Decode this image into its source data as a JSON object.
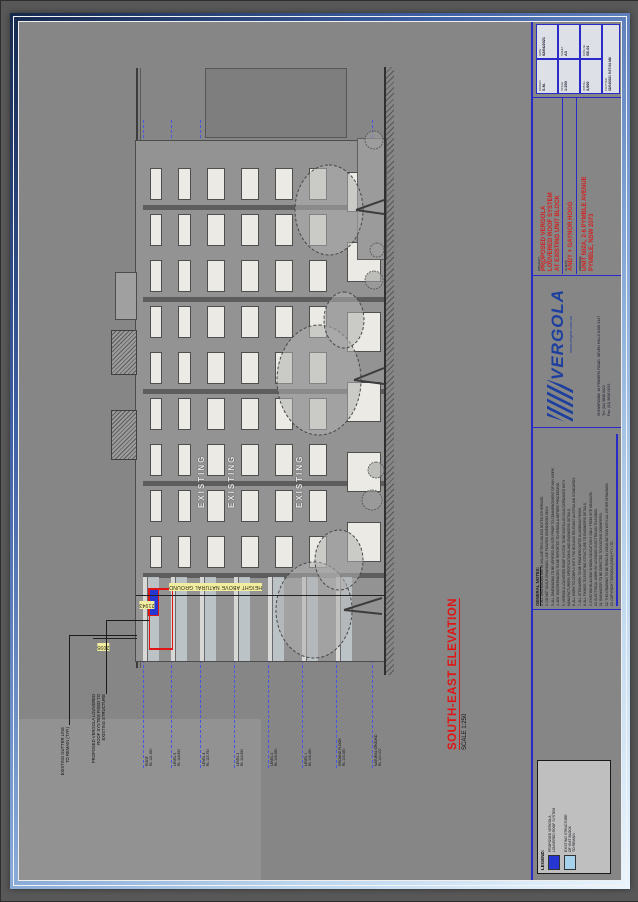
{
  "drawing": {
    "title": "SOUTH-EAST ELEVATION",
    "scale": "SCALE 1:250",
    "height_dim_label": "HEIGHT ABOVE NATURAL GROUND",
    "height_dim_value": "21943",
    "width_dim_value": "2095",
    "watermark": "EXISTING",
    "callout_existing": [
      "EXISTING GUTTER LINE",
      "TO REMAIN (TYP.)"
    ],
    "callout_proposed": [
      "PROPOSED VERGOLA LOUVERED",
      "ROOF SYSTEM FIXED TO",
      "EXISTING STRUCTURE"
    ],
    "levels": [
      {
        "name": "ROOF",
        "rl": "RL 121.950"
      },
      {
        "name": "LEVEL 5",
        "rl": "RL 118.850"
      },
      {
        "name": "LEVEL 4",
        "rl": "RL 115.750"
      },
      {
        "name": "LEVEL 3",
        "rl": "RL 112.650"
      },
      {
        "name": "LEVEL 2",
        "rl": "RL 109.550"
      },
      {
        "name": "LEVEL 1",
        "rl": "RL 106.450"
      },
      {
        "name": "GROUND FLOOR",
        "rl": "RL 103.350"
      },
      {
        "name": "NATURAL GROUND",
        "rl": "RL 100.000"
      }
    ]
  },
  "legend": {
    "title": "LEGEND:",
    "items": [
      {
        "swatch": "#2636d2",
        "lines": [
          "PROPOSED VERGOLA",
          "LOUVERED ROOF SYSTEM"
        ]
      },
      {
        "swatch": "#a6d2ec",
        "lines": [
          "EXISTING STRUCTURE",
          "OF UNIT BLOCK",
          "TO REMAIN"
        ]
      }
    ]
  },
  "notes": {
    "heading": "GENERAL NOTES:",
    "lines": [
      "1. ALL DIMENSIONS ARE IN MILLIMETRES UNLESS NOTED OTHERWISE.",
      "2. DO NOT SCALE DRAWINGS. USE FIGURED DIMENSIONS ONLY.",
      "3. ALL DIMENSIONS TO BE VERIFIED ON SITE PRIOR TO COMMENCEMENT OF ANY WORK.",
      "4. ANY DISCREPANCIES TO BE REPORTED TO VERGOLA BEFORE PROCEEDING.",
      "5. VERGOLA LOUVERED ROOF SYSTEM TO BE INSTALLED IN ACCORDANCE WITH",
      "    MANUFACTURERS SPECIFICATIONS AND ENGINEERS DETAILS.",
      "6. ALL WORK TO COMPLY WITH THE BCA AND RELEVANT AUSTRALIAN STANDARDS.",
      "7. ALL STEELWORK TO BE POWDERCOATED ALUMINIUM FINISH.",
      "8. ALL FIXINGS TO EXISTING STRUCTURE TO ENGINEERS DETAILS.",
      "9. EXISTING BUILDING SHOWN INDICATIVELY ONLY FROM SITE MEASURE.",
      "10. ELECTRICAL WORK BY LICENSED ELECTRICIAN TO AS3000.",
      "11. RAINWATER TO BE DIRECTED TO EXISTING DOWNPIPES.",
      "12. THIS DRAWING TO BE READ IN CONJUNCTION WITH ALL OTHER DRAWINGS.",
      "13. COPYRIGHT VERGOLA (NSW) PTY LTD."
    ]
  },
  "logo": {
    "name": "VERGOLA",
    "web": "www.vergola.com.au",
    "address": [
      "SHOWROOM: 16 POWERS ROAD, SEVEN HILLS NSW 2147",
      "Tel: (02) 9838 0022",
      "Fax: (02) 9838 0033"
    ],
    "mark": "®"
  },
  "title_block": {
    "project_label": "PROJECT:",
    "project_lines": [
      "PROPOSED VERGOLA",
      "LOUVERED ROOF SYSTEM",
      "AT EXISTING UNIT BLOCK"
    ],
    "client_label": "CLIENT:",
    "client": "ANDY + GAYNOR HOGG",
    "address_label": "ADDRESS:",
    "address_lines": [
      "UNIT 502A, 2-6 PYMBLE AVENUE",
      "PYMBLE, NSW 2073"
    ],
    "fields": [
      {
        "label": "DRAWN",
        "value": "S.M."
      },
      {
        "label": "DATE",
        "value": "02/04/2021"
      },
      {
        "label": "SCALE",
        "value": "1:250"
      },
      {
        "label": "SHEET",
        "value": "A3"
      },
      {
        "label": "JOB No.",
        "value": "4,000"
      },
      {
        "label": "DWG No.",
        "value": "SE-01"
      }
    ],
    "plotted": "02/04/2021 9:07:54 AM"
  },
  "colors": {
    "accent_red": "#e01616",
    "navy_line": "#2a2ac8",
    "level_dash": "#4a57e0",
    "legend_blue": "#2636d2",
    "legend_light": "#a6d2ec",
    "dim_highlight": "#f2eda0"
  }
}
